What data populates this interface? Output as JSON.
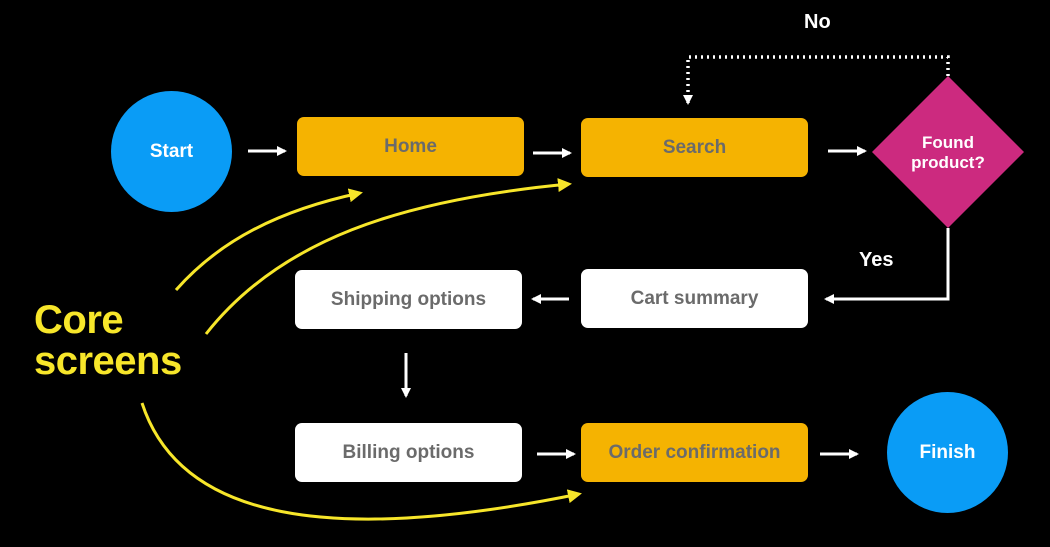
{
  "nodes": {
    "start": "Start",
    "home": "Home",
    "search": "Search",
    "decision": "Found product?",
    "cart_summary": "Cart summary",
    "shipping_options": "Shipping options",
    "billing_options": "Billing options",
    "order_confirmation": "Order confirmation",
    "finish": "Finish"
  },
  "edge_labels": {
    "no": "No",
    "yes": "Yes"
  },
  "annotation": {
    "line1": "Core",
    "line2": "screens"
  },
  "colors": {
    "background": "#000000",
    "start_finish": "#0a9cf6",
    "core_screen": "#f5b301",
    "screen": "#ffffff",
    "decision": "#cc2a7f",
    "annotation": "#f7e62a",
    "arrow": "#ffffff"
  }
}
